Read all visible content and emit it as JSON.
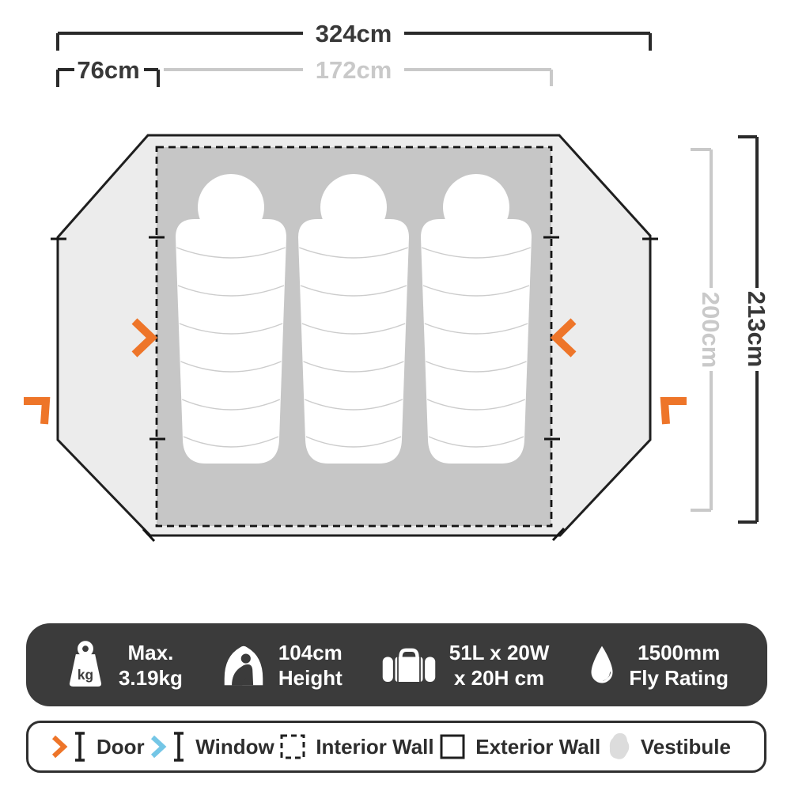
{
  "dimensions": {
    "total_width": "324cm",
    "vestibule_depth": "76cm",
    "interior_width": "172cm",
    "interior_depth": "200cm",
    "total_depth": "213cm"
  },
  "floorplan": {
    "sleeping_bag_count": 3,
    "door_marker_count": 4
  },
  "colors": {
    "accent_orange": "#ee7529",
    "accent_blue": "#74c6e6",
    "exterior_fill": "#ececec",
    "interior_fill": "#c6c6c6",
    "dim_gray": "#c9c9c9",
    "line_dark": "#1f1f1f",
    "spec_bar_bg": "#3b3b3b",
    "vestibule_fill": "#dcdcdc"
  },
  "specs": {
    "weight_unit": "kg",
    "items": [
      {
        "icon": "weight-icon",
        "lines": [
          "Max.",
          "3.19kg"
        ]
      },
      {
        "icon": "height-icon",
        "lines": [
          "104cm",
          "Height"
        ]
      },
      {
        "icon": "packed-size-icon",
        "lines": [
          "51L x 20W",
          "x 20H cm"
        ]
      },
      {
        "icon": "fly-rating-icon",
        "lines": [
          "1500mm",
          "Fly Rating"
        ]
      }
    ]
  },
  "legend": {
    "items": [
      {
        "icon": "door-icon",
        "label": "Door"
      },
      {
        "icon": "window-icon",
        "label": "Window"
      },
      {
        "icon": "interior-wall-icon",
        "label": "Interior Wall"
      },
      {
        "icon": "exterior-wall-icon",
        "label": "Exterior Wall"
      },
      {
        "icon": "vestibule-icon",
        "label": "Vestibule"
      }
    ]
  }
}
